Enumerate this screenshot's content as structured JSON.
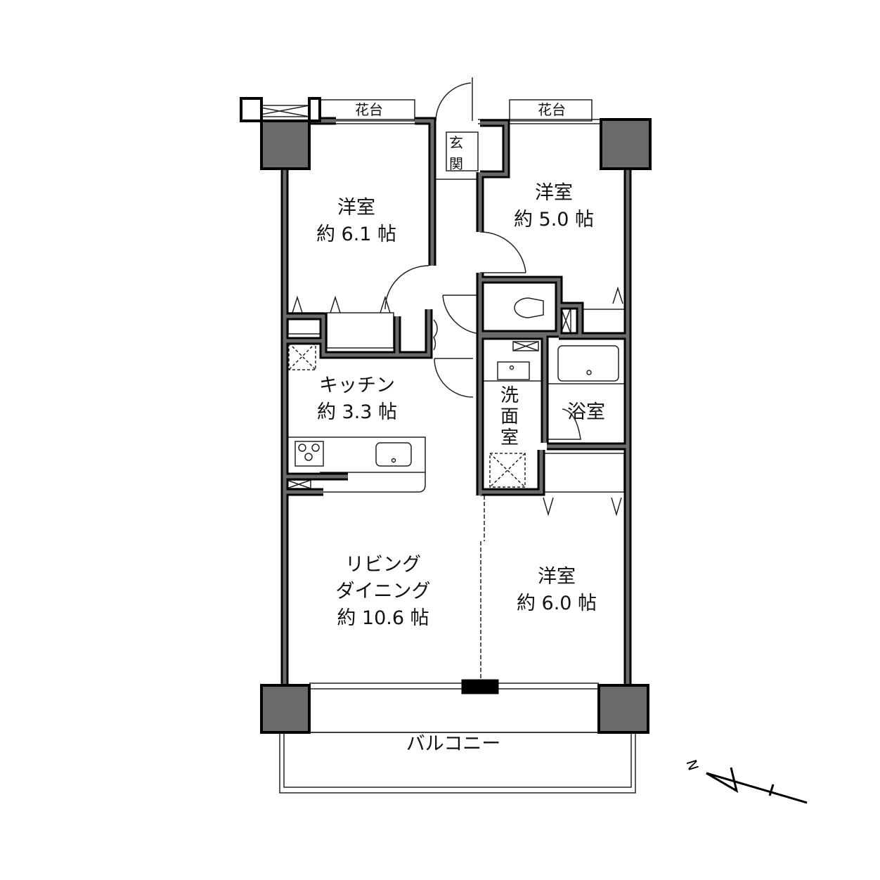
{
  "rooms": {
    "western_room_1": {
      "name": "洋室",
      "size": "約 6.1 帖"
    },
    "western_room_2": {
      "name": "洋室",
      "size": "約 5.0 帖"
    },
    "western_room_3": {
      "name": "洋室",
      "size": "約 6.0 帖"
    },
    "kitchen": {
      "name": "キッチン",
      "size": "約 3.3 帖"
    },
    "living_dining": {
      "name_line1": "リビング",
      "name_line2": "ダイニング",
      "size": "約 10.6 帖"
    },
    "entrance": "玄関",
    "washroom": "洗面室",
    "bathroom": "浴室",
    "balcony": "バルコニー",
    "flower_box_left": "花台",
    "flower_box_right": "花台"
  },
  "compass": {
    "label": "N"
  }
}
